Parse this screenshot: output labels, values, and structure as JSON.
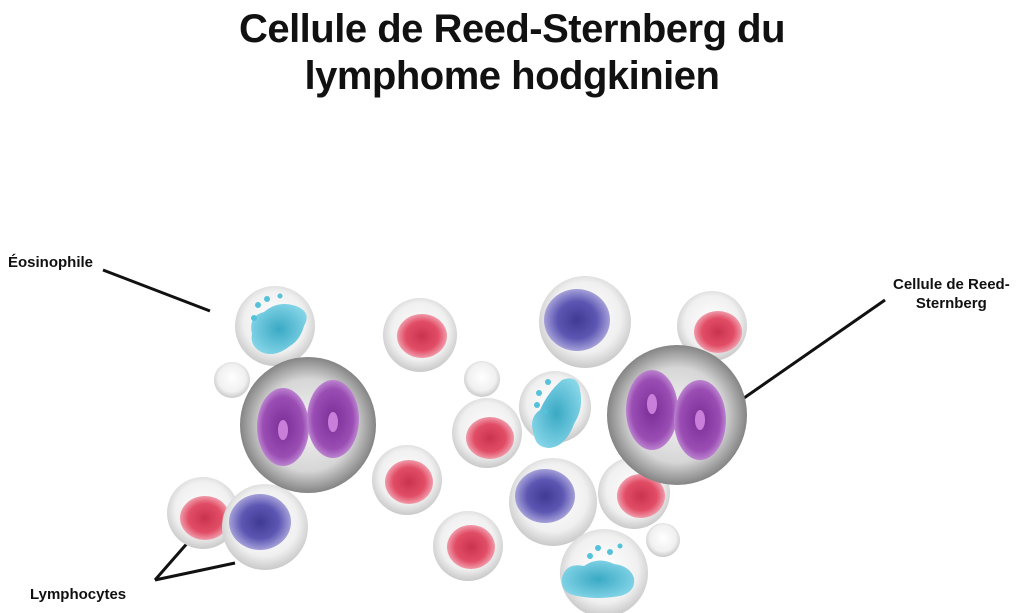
{
  "title": {
    "line1": "Cellule de Reed-Sternberg du",
    "line2": "lymphome hodgkinien"
  },
  "labels": {
    "eosinophil": "Éosinophile",
    "reed_sternberg_line1": "Cellule de Reed-",
    "reed_sternberg_line2": "Sternberg",
    "lymphocytes": "Lymphocytes"
  },
  "colors": {
    "cell_membrane": "#e6e6e6",
    "reed_sternberg_body": "#8c8c8c",
    "reed_sternberg_nucleus": "#8e3fa5",
    "eosinophil_nucleus": "#56c2d9",
    "red_nucleus": "#e04a63",
    "blue_nucleus": "#5a54b0",
    "leader_line": "#111111"
  }
}
